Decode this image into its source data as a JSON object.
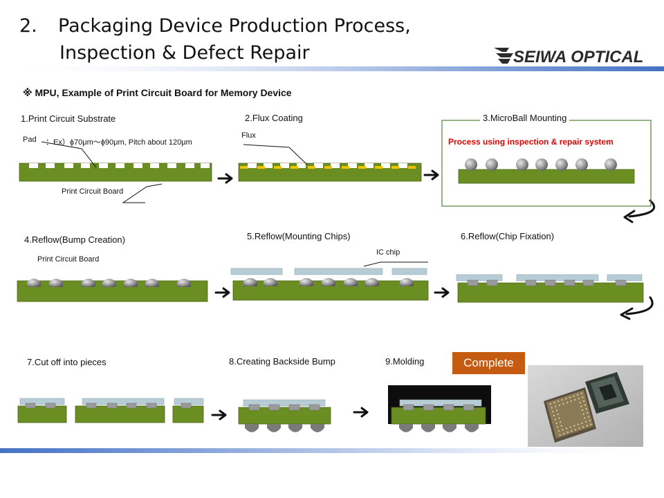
{
  "slide": {
    "title_number": "2.",
    "title_line1": "Packaging Device Production Process,",
    "title_line2": "Inspection & Defect Repair",
    "logo_text": "SEIWA OPTICAL",
    "subtitle": "※ MPU,  Example of Print Circuit Board for Memory Device"
  },
  "steps": [
    {
      "label": "1.Print  Circuit Substrate"
    },
    {
      "label": "2.Flux Coating"
    },
    {
      "label": "3.MicroBall Mounting"
    },
    {
      "label": "4.Reflow(Bump  Creation)"
    },
    {
      "label": "5.Reflow(Mounting  Chips)"
    },
    {
      "label": "6.Reflow(Chip Fixation)"
    },
    {
      "label": "7.Cut off into pieces"
    },
    {
      "label": "8.Creating Backside Bump"
    },
    {
      "label": "9.Molding"
    }
  ],
  "annotations": {
    "pad": "Pad",
    "pad_spec": "：Ex）ϕ70μm～ϕ90μm,  Pitch about 120μm",
    "pcb_1": "Print Circuit Board",
    "flux": "Flux",
    "process_note": "Process using inspection & repair system",
    "pcb_4": "Print Circuit Board",
    "ic_chip": "IC chip",
    "complete": "Complete"
  },
  "colors": {
    "board": "#6b8e23",
    "flux": "#f2c200",
    "chip": "#b7cdd6",
    "ball": "#9a9a9a",
    "accent_blue": "#4472c4",
    "process_note": "#e00000",
    "complete_bg": "#c55a11"
  }
}
